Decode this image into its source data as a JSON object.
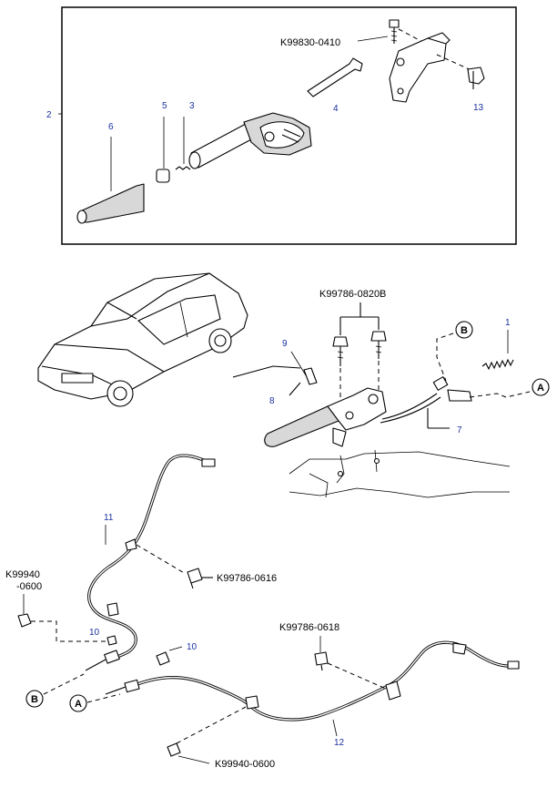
{
  "labels": {
    "p1": "1",
    "p2": "2",
    "p3": "3",
    "p4": "4",
    "p5": "5",
    "p6": "6",
    "p7": "7",
    "p8": "8",
    "p9": "9",
    "p10a": "10",
    "p10b": "10",
    "p11": "11",
    "p12": "12",
    "p13": "13"
  },
  "codes": {
    "c0410": "K99830-0410",
    "c0820": "K99786-0820B",
    "c0616": "K99786-0616",
    "c0618": "K99786-0618",
    "c0600_line1": "K99940",
    "c0600_line2": "-0600",
    "c0600_bottom": "K99940-0600"
  },
  "callouts": {
    "a_right": "A",
    "a_bottom": "A",
    "b_top": "B",
    "b_bottom": "B"
  }
}
